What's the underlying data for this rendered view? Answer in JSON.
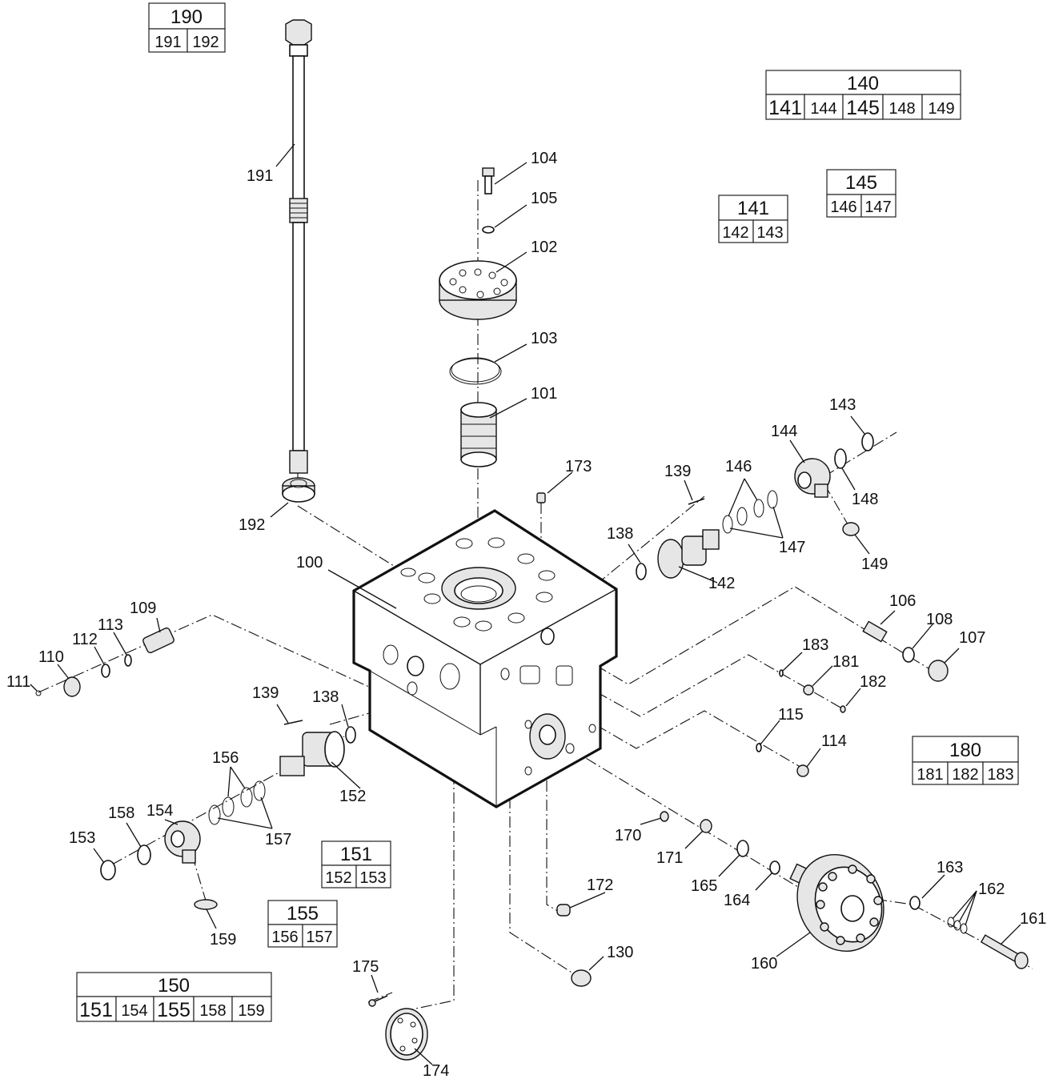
{
  "callouts": {
    "c100": "100",
    "c101": "101",
    "c102": "102",
    "c103": "103",
    "c104": "104",
    "c105": "105",
    "c106": "106",
    "c107": "107",
    "c108": "108",
    "c109": "109",
    "c110": "110",
    "c111": "111",
    "c112": "112",
    "c113": "113",
    "c114": "114",
    "c115": "115",
    "c130": "130",
    "c138a": "138",
    "c138b": "138",
    "c139a": "139",
    "c139b": "139",
    "c142": "142",
    "c143": "143",
    "c144": "144",
    "c146": "146",
    "c147": "147",
    "c148": "148",
    "c149": "149",
    "c152": "152",
    "c153": "153",
    "c154": "154",
    "c156": "156",
    "c157": "157",
    "c158": "158",
    "c159": "159",
    "c160": "160",
    "c161": "161",
    "c162": "162",
    "c163": "163",
    "c164": "164",
    "c165": "165",
    "c170": "170",
    "c171": "171",
    "c172": "172",
    "c173": "173",
    "c174": "174",
    "c175": "175",
    "c181": "181",
    "c182": "182",
    "c183": "183",
    "c191": "191",
    "c192": "192"
  },
  "kits": {
    "k190": {
      "title": "190",
      "items": [
        "191",
        "192"
      ]
    },
    "k140": {
      "title": "140",
      "items": [
        "141",
        "144",
        "145",
        "148",
        "149"
      ]
    },
    "k141": {
      "title": "141",
      "items": [
        "142",
        "143"
      ]
    },
    "k145": {
      "title": "145",
      "items": [
        "146",
        "147"
      ]
    },
    "k180": {
      "title": "180",
      "items": [
        "181",
        "182",
        "183"
      ]
    },
    "k151": {
      "title": "151",
      "items": [
        "152",
        "153"
      ]
    },
    "k155": {
      "title": "155",
      "items": [
        "156",
        "157"
      ]
    },
    "k150": {
      "title": "150",
      "items": [
        "151",
        "154",
        "155",
        "158",
        "159"
      ]
    }
  }
}
